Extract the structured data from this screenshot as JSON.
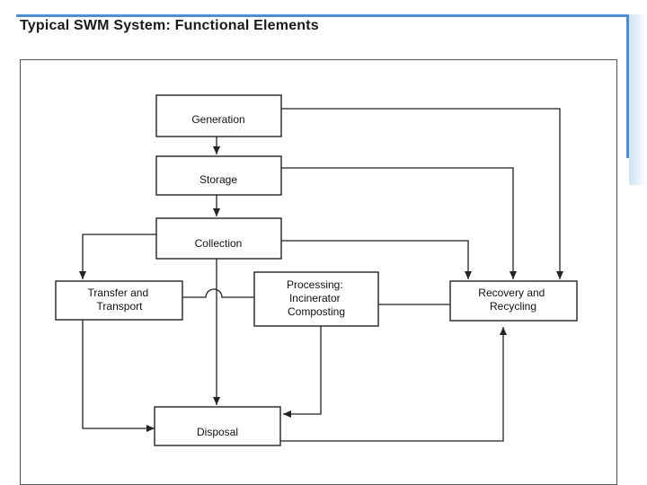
{
  "slide": {
    "title": "Typical SWM System: Functional Elements"
  },
  "diagram": {
    "nodes": {
      "generation": {
        "lines": [
          "Generation"
        ]
      },
      "storage": {
        "lines": [
          "Storage"
        ]
      },
      "collection": {
        "lines": [
          "Collection"
        ]
      },
      "transfer": {
        "lines": [
          "Transfer and",
          "Transport"
        ]
      },
      "processing": {
        "lines": [
          "Processing:",
          "Incinerator",
          "Composting"
        ]
      },
      "recovery": {
        "lines": [
          "Recovery and",
          "Recycling"
        ]
      },
      "disposal": {
        "lines": [
          "Disposal"
        ]
      }
    },
    "edges": [
      {
        "from": "generation",
        "to": "storage"
      },
      {
        "from": "storage",
        "to": "collection"
      },
      {
        "from": "collection",
        "to": "transfer"
      },
      {
        "from": "collection",
        "to": "disposal"
      },
      {
        "from": "collection",
        "to": "recovery"
      },
      {
        "from": "generation",
        "to": "recovery"
      },
      {
        "from": "storage",
        "to": "recovery"
      },
      {
        "from": "transfer",
        "to": "processing"
      },
      {
        "from": "processing",
        "to": "recovery"
      },
      {
        "from": "transfer",
        "to": "disposal"
      },
      {
        "from": "processing",
        "to": "disposal"
      },
      {
        "from": "disposal",
        "to": "recovery"
      }
    ]
  }
}
